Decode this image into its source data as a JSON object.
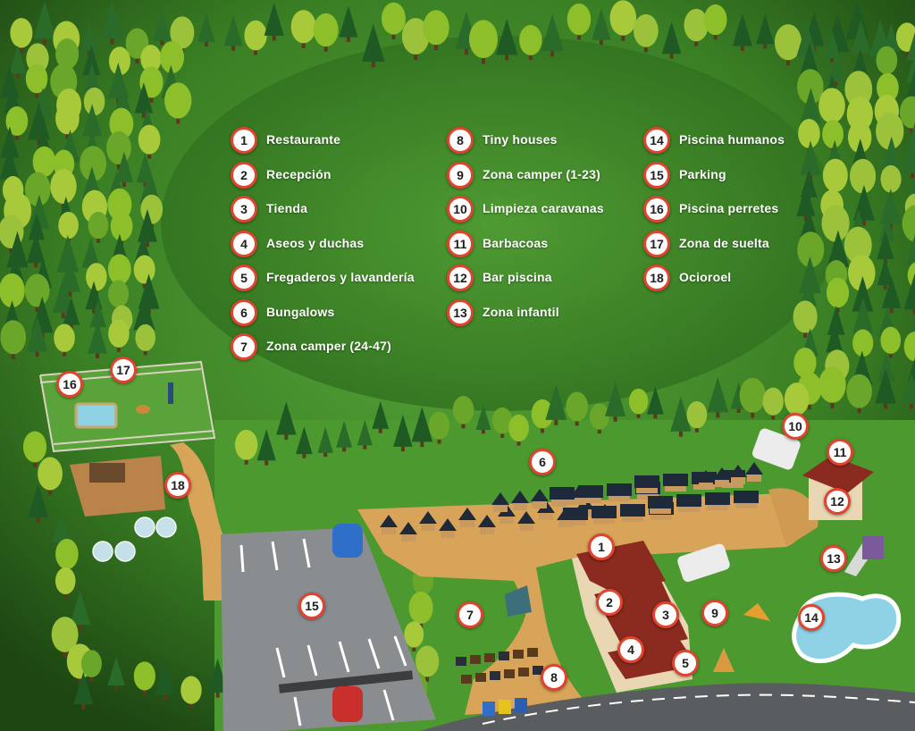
{
  "legend": {
    "items": [
      {
        "number": "1",
        "label": "Restaurante"
      },
      {
        "number": "2",
        "label": "Recepción"
      },
      {
        "number": "3",
        "label": "Tienda"
      },
      {
        "number": "4",
        "label": "Aseos y duchas"
      },
      {
        "number": "5",
        "label": "Fregaderos y lavandería"
      },
      {
        "number": "6",
        "label": "Bungalows"
      },
      {
        "number": "7",
        "label": "Zona camper (24-47)"
      },
      {
        "number": "8",
        "label": "Tiny houses"
      },
      {
        "number": "9",
        "label": "Zona camper (1-23)"
      },
      {
        "number": "10",
        "label": "Limpieza caravanas"
      },
      {
        "number": "11",
        "label": "Barbacoas"
      },
      {
        "number": "12",
        "label": "Bar piscina"
      },
      {
        "number": "13",
        "label": "Zona infantil"
      },
      {
        "number": "14",
        "label": "Piscina humanos"
      },
      {
        "number": "15",
        "label": "Parking"
      },
      {
        "number": "16",
        "label": "Piscina perretes"
      },
      {
        "number": "17",
        "label": "Zona de suelta"
      },
      {
        "number": "18",
        "label": "Ocioroel"
      }
    ]
  },
  "markers": {
    "m1": "1",
    "m2": "2",
    "m3": "3",
    "m4": "4",
    "m5": "5",
    "m6": "6",
    "m7": "7",
    "m8": "8",
    "m9": "9",
    "m10": "10",
    "m11": "11",
    "m12": "12",
    "m13": "13",
    "m14": "14",
    "m15": "15",
    "m16": "16",
    "m17": "17",
    "m18": "18"
  },
  "colors": {
    "marker_ring": "#e0442e",
    "marker_fill": "#ffffff",
    "grass": "#3f8a2a",
    "path": "#d8a45a",
    "parking": "#8a8d8f",
    "road": "#5a5d60",
    "pool": "#8fd2e6",
    "roof": "#8b2a1e"
  }
}
